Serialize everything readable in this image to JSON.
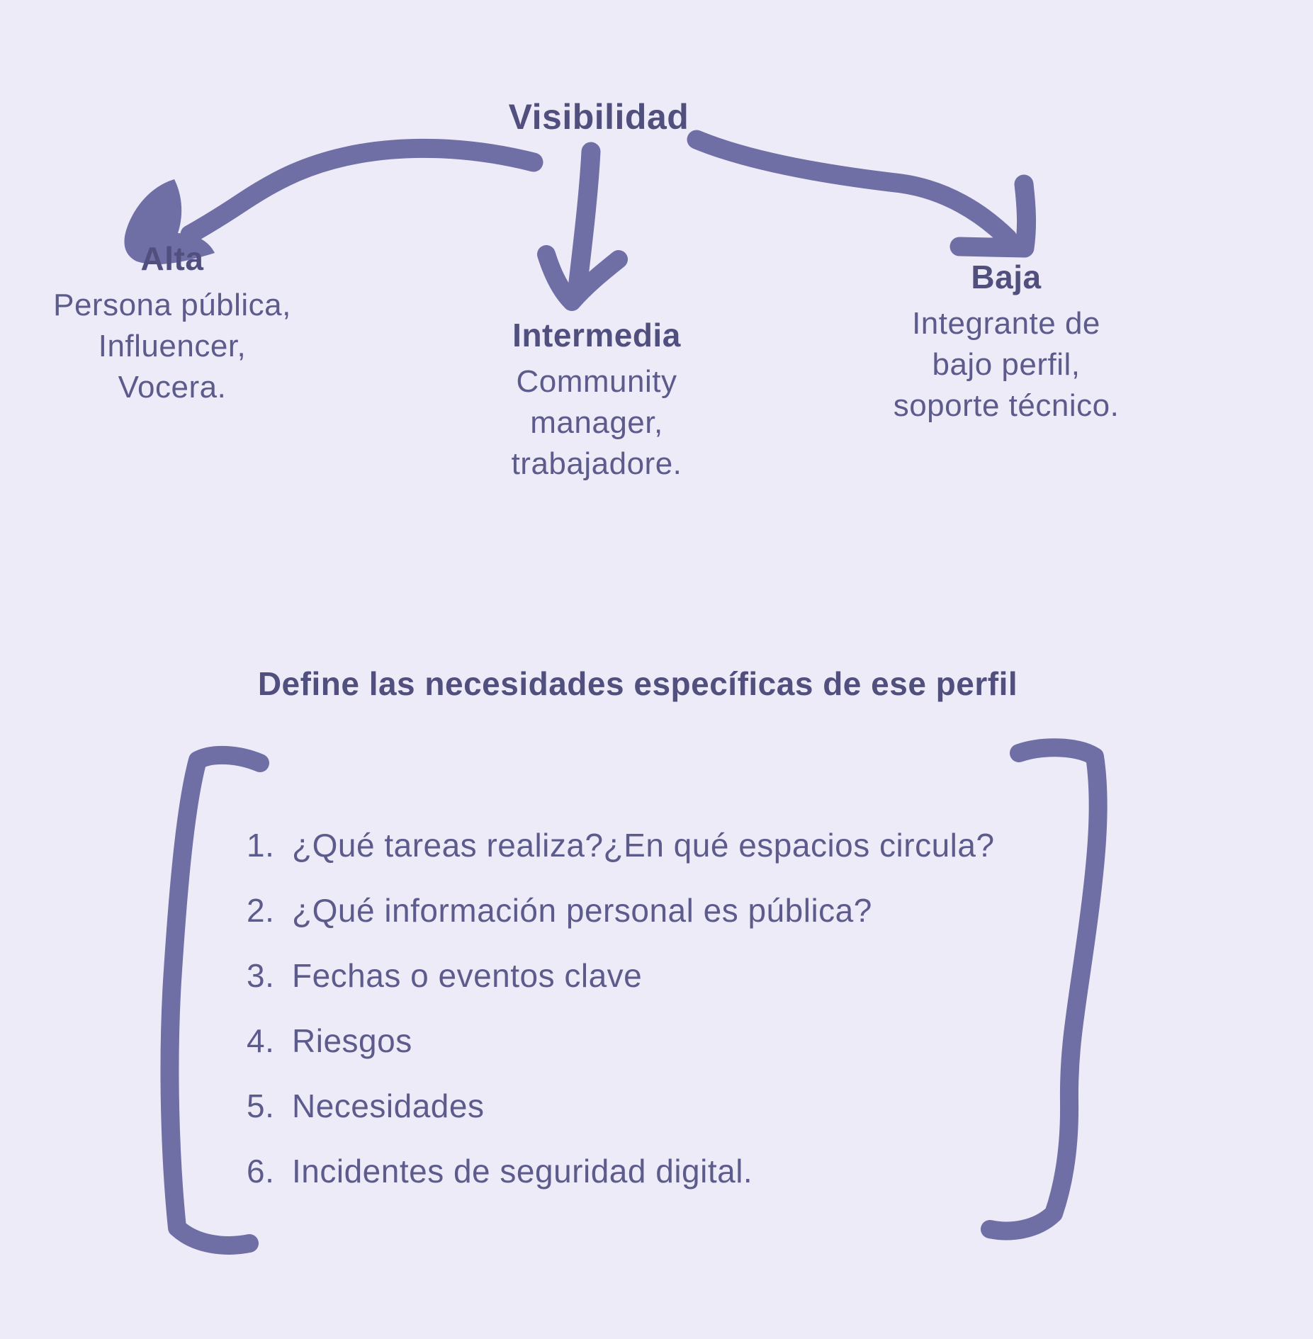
{
  "palette": {
    "background": "#EDEBF7",
    "stroke": "#6F6EA5",
    "heading_text": "#504F7D",
    "body_text": "#5C5B8C"
  },
  "diagram": {
    "title": "Visibilidad",
    "branches": [
      {
        "heading": "Alta",
        "lines": [
          "Persona pública,",
          "Influencer,",
          "Vocera."
        ]
      },
      {
        "heading": "Intermedia",
        "lines": [
          "Community",
          "manager,",
          "trabajadore."
        ]
      },
      {
        "heading": "Baja",
        "lines": [
          "Integrante de",
          "bajo perfil,",
          "soporte técnico."
        ]
      }
    ],
    "icons": {
      "left_arrow": "curved-arrow-down-left",
      "middle_arrow": "arrow-down",
      "right_arrow": "curved-arrow-down-right",
      "left_bracket": "hand-drawn-left-bracket",
      "right_bracket": "hand-drawn-right-bracket"
    }
  },
  "section": {
    "heading": "Define las necesidades específicas de ese perfil",
    "items": [
      {
        "num": "1.",
        "text": "¿Qué tareas realiza?¿En qué espacios circula?"
      },
      {
        "num": "2.",
        "text": "¿Qué información personal es pública?"
      },
      {
        "num": "3.",
        "text": "Fechas o eventos clave"
      },
      {
        "num": "4.",
        "text": "Riesgos"
      },
      {
        "num": "5.",
        "text": "Necesidades"
      },
      {
        "num": "6.",
        "text": "Incidentes de seguridad digital."
      }
    ]
  }
}
